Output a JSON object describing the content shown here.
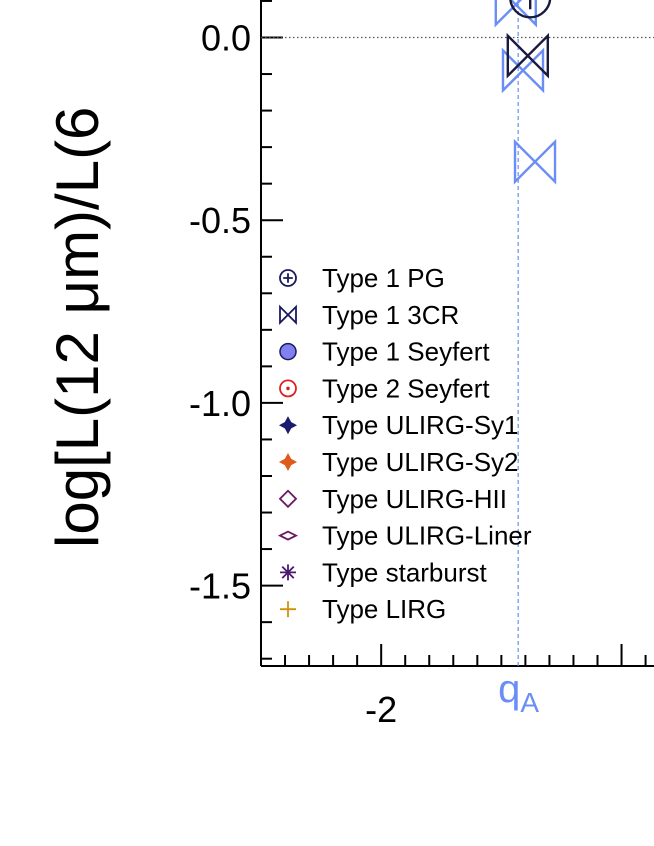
{
  "chart_data": {
    "type": "scatter",
    "title": "",
    "ylabel": "log[L(12 μm)/L(6",
    "xlabel": "",
    "xlim": [
      -2.5,
      -0.84
    ],
    "ylim": [
      -1.72,
      0.13
    ],
    "x_ticks": [
      {
        "value": -2,
        "label": "-2"
      }
    ],
    "y_ticks": [
      {
        "value": 0.0,
        "label": "0.0"
      },
      {
        "value": -0.5,
        "label": "-0.5"
      },
      {
        "value": -1.0,
        "label": "-1.0"
      },
      {
        "value": -1.5,
        "label": "-1.5"
      }
    ],
    "reference_lines": [
      {
        "orientation": "horizontal",
        "value": 0.0,
        "label": "",
        "color": "#555555",
        "style": "dotted"
      },
      {
        "orientation": "vertical",
        "value": -1.43,
        "label_main": "q",
        "label_sub": "A",
        "color": "#6a8ef5",
        "style": "dashed"
      }
    ],
    "legend": {
      "placement": "lower-left",
      "entries": [
        {
          "label": "Type 1 PG",
          "marker": "circle-plus",
          "color": "#1a1a5e"
        },
        {
          "label": "Type 1 3CR",
          "marker": "bowtie",
          "color": "#1a1a5e"
        },
        {
          "label": "Type 1 Seyfert",
          "marker": "filled-circle",
          "color": "#8080f0"
        },
        {
          "label": "Type 2 Seyfert",
          "marker": "circle-dot",
          "color": "#e02020"
        },
        {
          "label": "Type ULIRG-Sy1",
          "marker": "filled-star4",
          "color": "#1a1a6e"
        },
        {
          "label": "Type ULIRG-Sy2",
          "marker": "filled-star4",
          "color": "#e05a1a"
        },
        {
          "label": "Type ULIRG-HII",
          "marker": "diamond",
          "color": "#6a1a5e"
        },
        {
          "label": "Type ULIRG-Liner",
          "marker": "flat-diamond",
          "color": "#6a1a5e"
        },
        {
          "label": "Type starburst",
          "marker": "asterisk",
          "color": "#4a1a6e"
        },
        {
          "label": "Type LIRG",
          "marker": "plus",
          "color": "#d4900a"
        }
      ]
    },
    "series": [
      {
        "marker": "bowtie",
        "color": "#6a8ef5",
        "points": [
          {
            "x": -1.44,
            "y": 0.09
          },
          {
            "x": -1.41,
            "y": -0.09
          },
          {
            "x": -1.36,
            "y": -0.34
          }
        ]
      },
      {
        "marker": "bowtie",
        "color": "#1a1a3e",
        "points": [
          {
            "x": -1.39,
            "y": -0.05
          }
        ]
      },
      {
        "marker": "circle-plus",
        "color": "#1a1a3e",
        "points": [
          {
            "x": -1.38,
            "y": 0.11
          }
        ]
      }
    ]
  }
}
